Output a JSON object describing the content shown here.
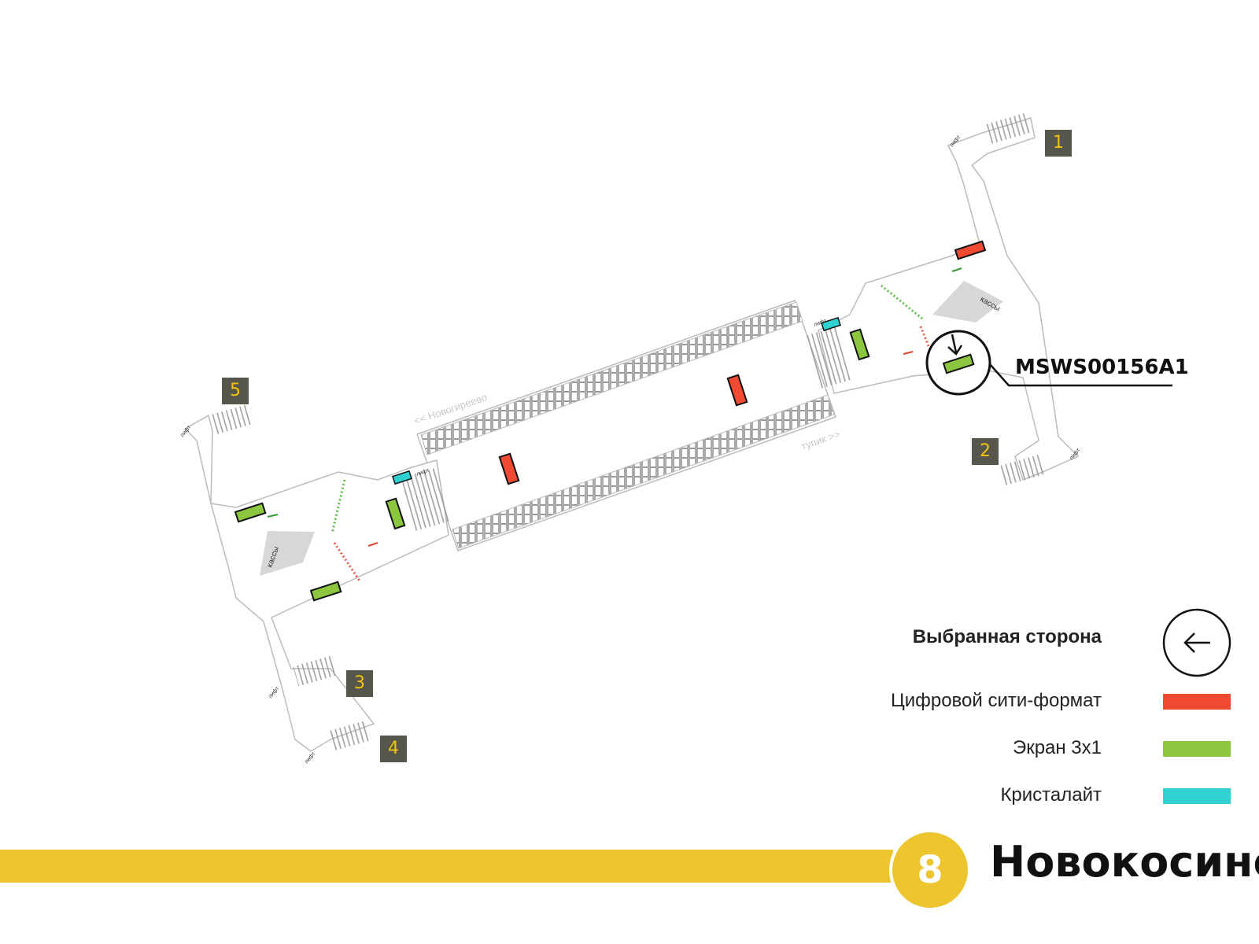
{
  "map": {
    "direction_left": "<< Новогиреево",
    "direction_right": "тупик >>",
    "ticket_office_label": "кассы",
    "lift_label": "лифт",
    "exits": [
      "1",
      "2",
      "3",
      "4",
      "5"
    ]
  },
  "target": {
    "id": "MSWS00156A1"
  },
  "legend": {
    "selected_side": "Выбранная сторона",
    "items": [
      {
        "label": "Цифровой сити-формат",
        "color": "#f04a32"
      },
      {
        "label": "Экран 3x1",
        "color": "#8cc63f"
      },
      {
        "label": "Кристалайт",
        "color": "#2fd0d0"
      }
    ]
  },
  "line": {
    "number": "8",
    "station": "Новокосино",
    "color": "#ecc52f"
  }
}
